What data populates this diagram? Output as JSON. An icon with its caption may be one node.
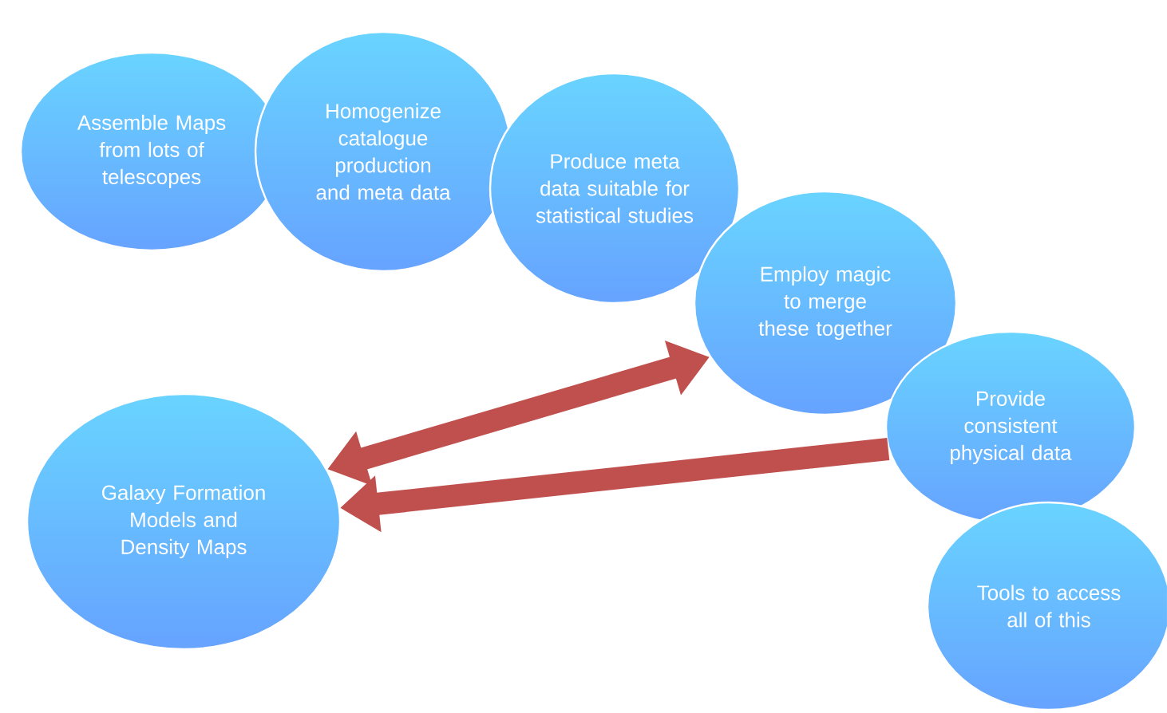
{
  "diagram": {
    "nodes": [
      {
        "text": [
          "Assemble Maps from lots of telescopes"
        ]
      },
      {
        "text": [
          "Homogenize catalogue production and meta data"
        ]
      },
      {
        "text": [
          "Produce meta data suitable for statistical studies"
        ]
      },
      {
        "text": [
          "Employ magic to merge these together"
        ]
      },
      {
        "text": [
          "Provide consistent physical data"
        ]
      },
      {
        "text": [
          "Tools to access all of this"
        ]
      },
      {
        "text": [
          "Galaxy Formation Models and Density Maps"
        ]
      }
    ],
    "edges": [
      {
        "from": 6,
        "to": 3,
        "arrow": "both"
      },
      {
        "from": 4,
        "to": 6,
        "arrow": "to"
      }
    ]
  }
}
